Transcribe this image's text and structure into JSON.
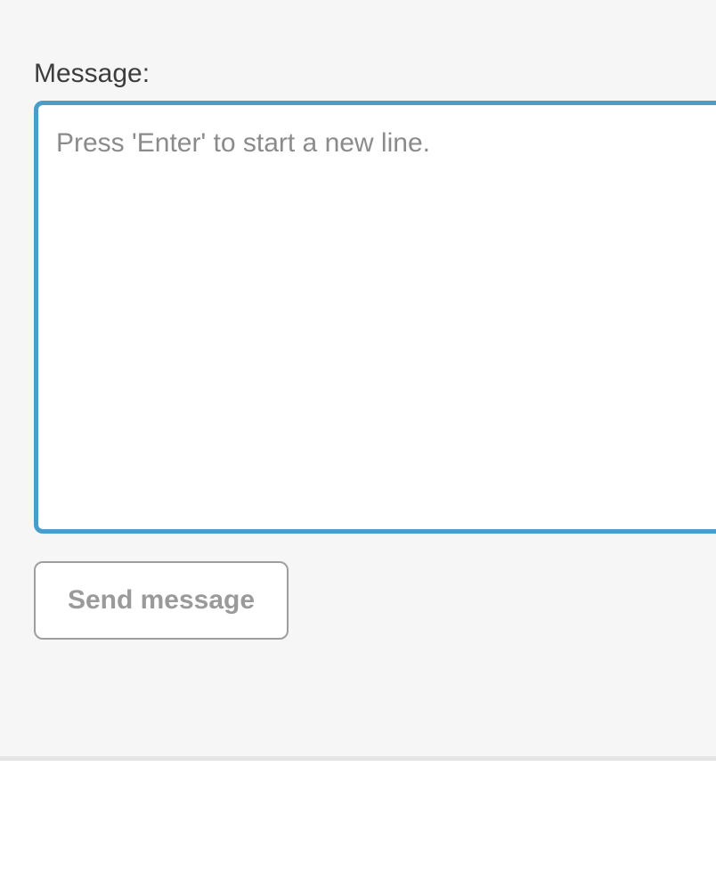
{
  "form": {
    "label": "Message:",
    "textarea": {
      "value": "",
      "placeholder": "Press 'Enter' to start a new line."
    },
    "send_button_label": "Send message"
  },
  "colors": {
    "section_bg": "#f6f6f6",
    "divider": "#e4e4e4",
    "page_bg": "#ffffff",
    "textarea_border_focus": "#4a9dcb",
    "label_text": "#3d3d3d",
    "placeholder_text": "#8b8b8b",
    "button_border": "#9e9e9e",
    "button_text": "#9a9a9a"
  }
}
